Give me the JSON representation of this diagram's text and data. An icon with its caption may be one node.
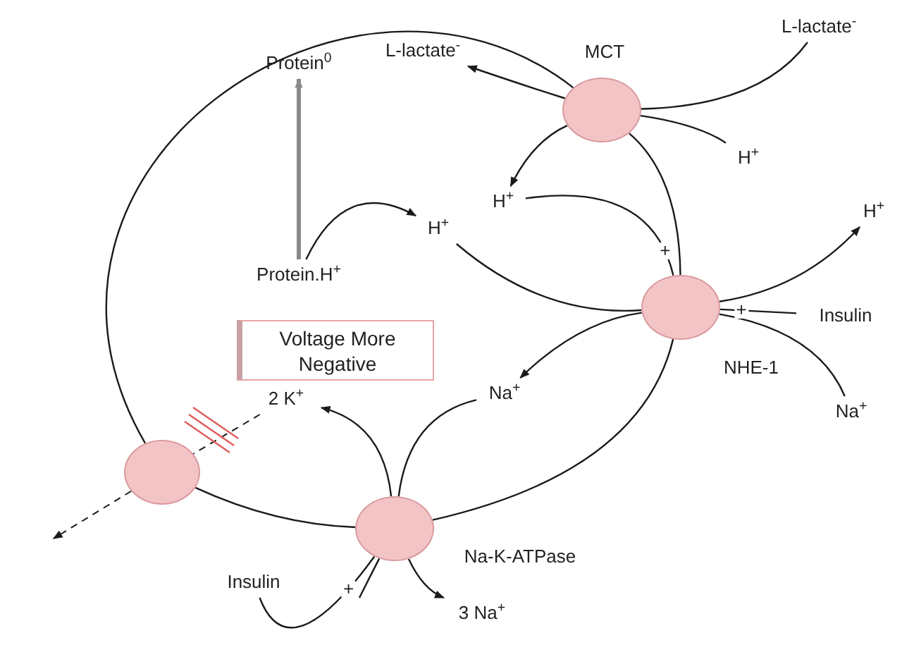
{
  "diagram": {
    "nodes": [
      {
        "text": [
          "L-lactate$^{-}$"
        ]
      },
      {
        "text": [
          "MCT"
        ]
      },
      {
        "text": [
          "L-lactate$^{-}$"
        ]
      },
      {
        "text": [
          "H$^{+}$"
        ]
      },
      {
        "text": [
          "H$^{+}$"
        ]
      },
      {
        "text": [
          "Protein$^{0}$"
        ]
      },
      {
        "text": [
          "Protein.H$^{+}$"
        ]
      },
      {
        "text": [
          "H$^{+}$"
        ]
      },
      {
        "text": [
          "NHE-1"
        ]
      },
      {
        "text": [
          "H$^{+}$"
        ]
      },
      {
        "text": [
          "Insulin"
        ]
      },
      {
        "text": [
          "Na$^{+}$"
        ]
      },
      {
        "text": [
          "Na$^{+}$"
        ]
      },
      {
        "text": [
          "Voltage More Negative"
        ]
      },
      {
        "text": [
          "2 K$^{+}$"
        ]
      },
      {
        "text": [],
        "shape": "circle"
      },
      {
        "text": [
          "Na-K-ATPase"
        ]
      },
      {
        "text": [
          "Insulin"
        ]
      },
      {
        "text": [
          "3 Na$^{+}$"
        ]
      }
    ],
    "edges": [
      {
        "from": 2,
        "to": 1,
        "arrow": "none"
      },
      {
        "from": 1,
        "to": 0,
        "arrow": "to"
      },
      {
        "from": 3,
        "to": 1,
        "arrow": "none"
      },
      {
        "from": 1,
        "to": 4,
        "arrow": "to"
      },
      {
        "from": 6,
        "to": 5,
        "arrow": "to",
        "style": "thick",
        "color": "#8a8a8a"
      },
      {
        "from": 6,
        "to": 7,
        "arrow": "to"
      },
      {
        "from": 7,
        "to": 8,
        "arrow": "none"
      },
      {
        "from": 8,
        "to": 9,
        "arrow": "to"
      },
      {
        "from": 11,
        "to": 8,
        "arrow": "none"
      },
      {
        "from": 8,
        "to": 12,
        "arrow": "to"
      },
      {
        "from": 10,
        "to": 8,
        "arrow": "none",
        "label": "+"
      },
      {
        "from": 4,
        "to": 8,
        "arrow": "none",
        "label": "+"
      },
      {
        "from": 1,
        "to": 8,
        "arrow": "none"
      },
      {
        "from": 8,
        "to": 16,
        "arrow": "none"
      },
      {
        "from": 16,
        "to": 15,
        "arrow": "none"
      },
      {
        "from": 15,
        "to": 1,
        "arrow": "none"
      },
      {
        "from": 12,
        "to": 16,
        "arrow": "none"
      },
      {
        "from": 16,
        "to": 18,
        "arrow": "to"
      },
      {
        "from": null,
        "to": 16,
        "arrow": "none"
      },
      {
        "from": 16,
        "to": 14,
        "arrow": "to"
      },
      {
        "from": 17,
        "to": 16,
        "arrow": "none",
        "label": "+"
      },
      {
        "from": 14,
        "to": 15,
        "arrow": "none",
        "style": "dashed"
      },
      {
        "from": 15,
        "to": null,
        "arrow": "to",
        "style": "dashed"
      }
    ]
  }
}
